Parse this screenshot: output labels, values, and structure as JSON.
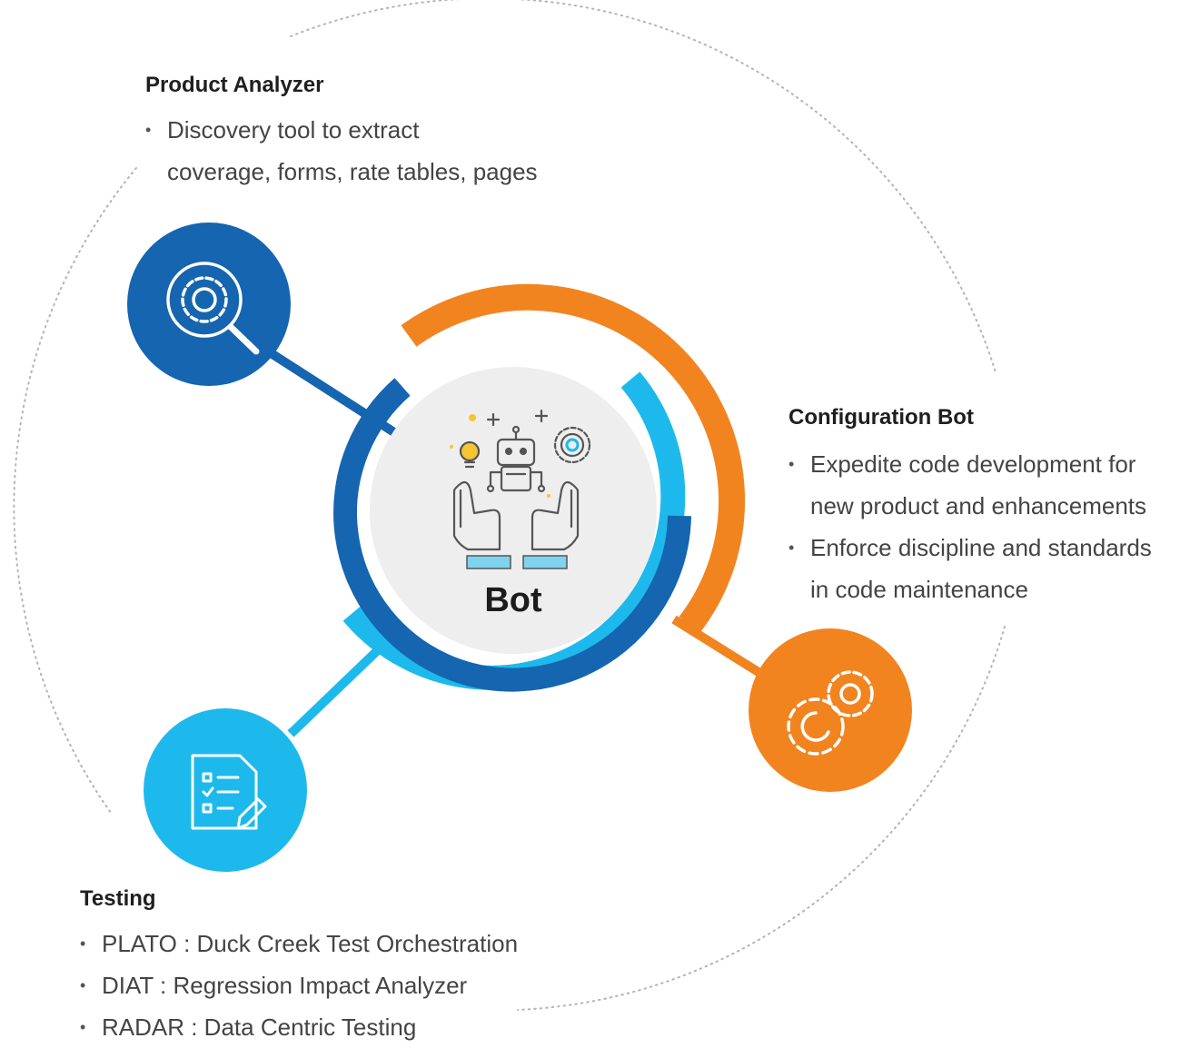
{
  "center": {
    "title": "Bot"
  },
  "colors": {
    "dark_blue": "#1565b0",
    "light_blue": "#1eb9ec",
    "orange": "#f28420",
    "center_fill": "#eeeeee",
    "dotted_ring": "#b4b4b4"
  },
  "nodes": [
    {
      "id": "product-analyzer",
      "title": "Product Analyzer",
      "icon": "gear-magnifier-icon",
      "color": "#1565b0",
      "bullets": [
        "Discovery tool to extract",
        "coverage, forms, rate tables, pages"
      ]
    },
    {
      "id": "configuration-bot",
      "title": "Configuration Bot",
      "icon": "gears-icon",
      "color": "#f28420",
      "bullets": [
        "Expedite code development for",
        "new product and enhancements",
        "Enforce discipline and standards",
        "in code maintenance"
      ]
    },
    {
      "id": "testing",
      "title": "Testing",
      "icon": "checklist-pencil-icon",
      "color": "#1eb9ec",
      "bullets": [
        "PLATO : Duck Creek Test Orchestration",
        "DIAT : Regression Impact Analyzer",
        "RADAR : Data Centric Testing"
      ]
    }
  ]
}
